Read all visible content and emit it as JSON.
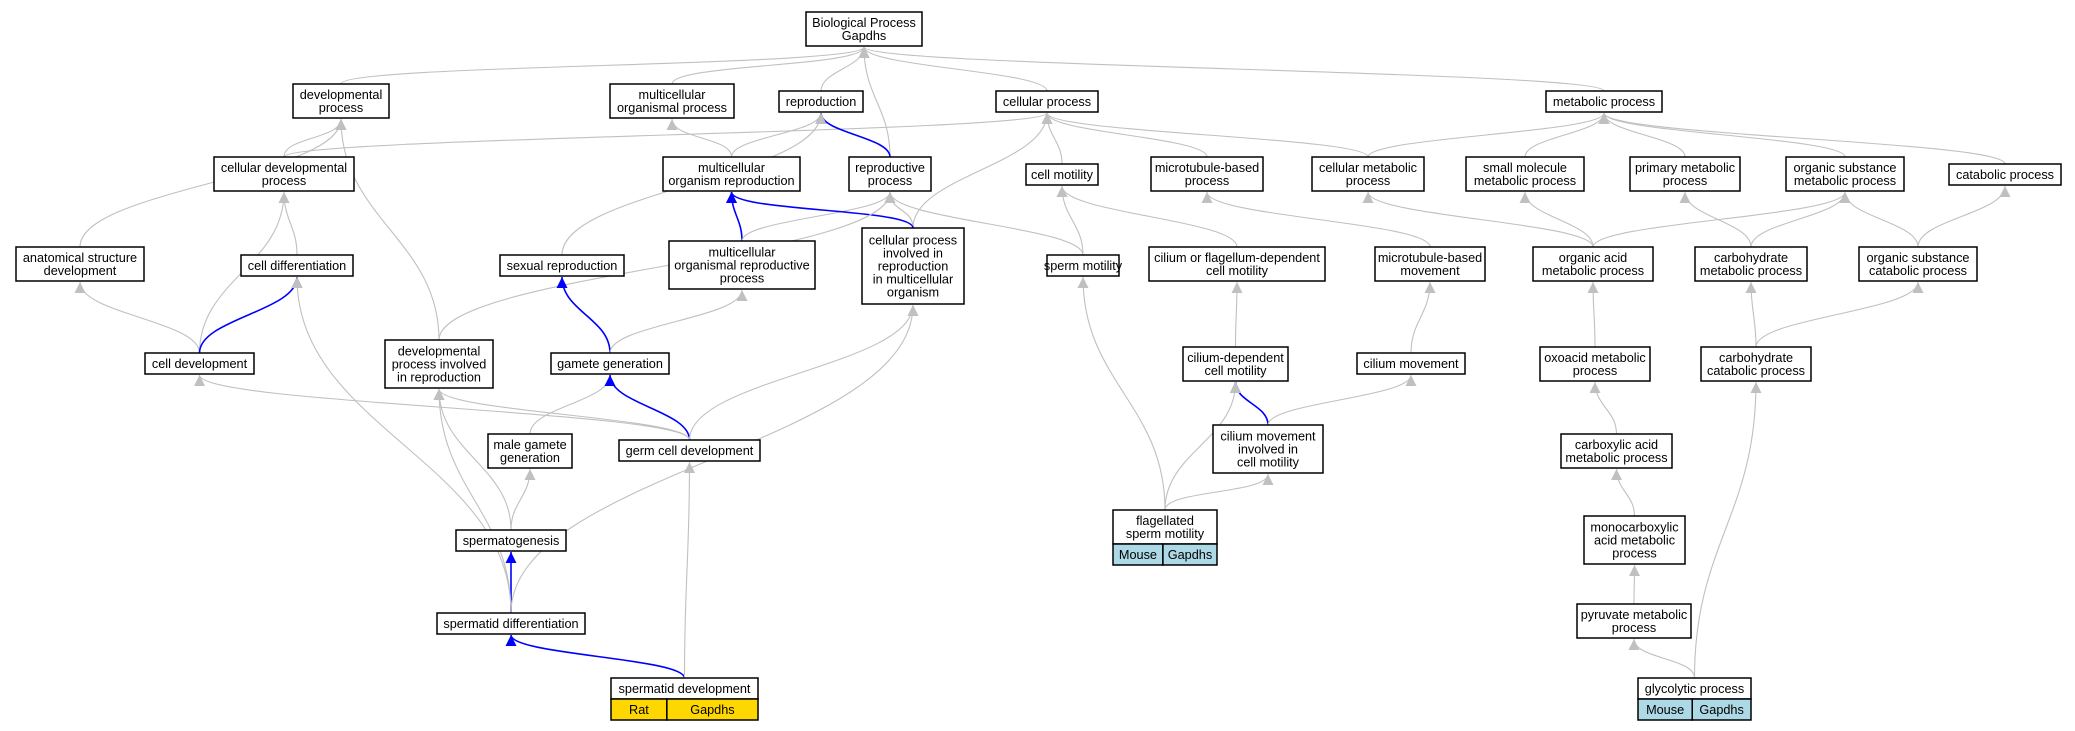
{
  "colors": {
    "edge_default": "#c0c0c0",
    "edge_highlight": "#0000ff",
    "rat_tag": "#ffd700",
    "mouse_tag": "#add8e6",
    "gene_tag": "#add8e6",
    "rat_gene_tag": "#ffd700"
  },
  "nodes": [
    {
      "id": "bp",
      "lines": [
        "Biological Process",
        "Gapdhs"
      ]
    },
    {
      "id": "devproc",
      "lines": [
        "developmental",
        "process"
      ]
    },
    {
      "id": "multorg",
      "lines": [
        "multicellular",
        "organismal process"
      ]
    },
    {
      "id": "repro",
      "lines": [
        "reproduction"
      ]
    },
    {
      "id": "cellproc",
      "lines": [
        "cellular process"
      ]
    },
    {
      "id": "metab",
      "lines": [
        "metabolic process"
      ]
    },
    {
      "id": "celldevproc",
      "lines": [
        "cellular developmental",
        "process"
      ]
    },
    {
      "id": "multorgrepro",
      "lines": [
        "multicellular",
        "organism reproduction"
      ]
    },
    {
      "id": "reproproc",
      "lines": [
        "reproductive",
        "process"
      ]
    },
    {
      "id": "cellmot",
      "lines": [
        "cell motility"
      ]
    },
    {
      "id": "mtbased",
      "lines": [
        "microtubule-based",
        "process"
      ]
    },
    {
      "id": "cellmetab",
      "lines": [
        "cellular metabolic",
        "process"
      ]
    },
    {
      "id": "smallmol",
      "lines": [
        "small molecule",
        "metabolic process"
      ]
    },
    {
      "id": "primmetab",
      "lines": [
        "primary metabolic",
        "process"
      ]
    },
    {
      "id": "orgsub",
      "lines": [
        "organic substance",
        "metabolic process"
      ]
    },
    {
      "id": "catab",
      "lines": [
        "catabolic process"
      ]
    },
    {
      "id": "anat",
      "lines": [
        "anatomical structure",
        "development"
      ]
    },
    {
      "id": "celldiff",
      "lines": [
        "cell differentiation"
      ]
    },
    {
      "id": "sexrepro",
      "lines": [
        "sexual reproduction"
      ]
    },
    {
      "id": "multorgreproproc",
      "lines": [
        "multicellular",
        "organismal reproductive",
        "process"
      ]
    },
    {
      "id": "cellprocrepro",
      "lines": [
        "cellular process",
        "involved in",
        "reproduction",
        "in multicellular",
        "organism"
      ]
    },
    {
      "id": "spermmot",
      "lines": [
        "sperm motility"
      ]
    },
    {
      "id": "ciliumflag",
      "lines": [
        "cilium or flagellum-dependent",
        "cell motility"
      ]
    },
    {
      "id": "mtmove",
      "lines": [
        "microtubule-based",
        "movement"
      ]
    },
    {
      "id": "orgacid",
      "lines": [
        "organic acid",
        "metabolic process"
      ]
    },
    {
      "id": "carbmetab",
      "lines": [
        "carbohydrate",
        "metabolic process"
      ]
    },
    {
      "id": "orgsubcat",
      "lines": [
        "organic substance",
        "catabolic process"
      ]
    },
    {
      "id": "celldev",
      "lines": [
        "cell development"
      ]
    },
    {
      "id": "devprocrepro",
      "lines": [
        "developmental",
        "process involved",
        "in reproduction"
      ]
    },
    {
      "id": "gametegen",
      "lines": [
        "gamete generation"
      ]
    },
    {
      "id": "ciliumdep",
      "lines": [
        "cilium-dependent",
        "cell motility"
      ]
    },
    {
      "id": "ciliummove",
      "lines": [
        "cilium movement"
      ]
    },
    {
      "id": "oxoacid",
      "lines": [
        "oxoacid metabolic",
        "process"
      ]
    },
    {
      "id": "carbcat",
      "lines": [
        "carbohydrate",
        "catabolic process"
      ]
    },
    {
      "id": "malegamete",
      "lines": [
        "male gamete",
        "generation"
      ]
    },
    {
      "id": "germcell",
      "lines": [
        "germ cell development"
      ]
    },
    {
      "id": "ciliummoveinv",
      "lines": [
        "cilium movement",
        "involved in",
        "cell motility"
      ]
    },
    {
      "id": "carboxy",
      "lines": [
        "carboxylic acid",
        "metabolic process"
      ]
    },
    {
      "id": "flag",
      "lines": [
        "flagellated",
        "sperm motility"
      ],
      "tags": [
        "Mouse",
        "Gapdhs"
      ]
    },
    {
      "id": "monocarb",
      "lines": [
        "monocarboxylic",
        "acid metabolic",
        "process"
      ]
    },
    {
      "id": "spermato",
      "lines": [
        "spermatogenesis"
      ]
    },
    {
      "id": "pyruvate",
      "lines": [
        "pyruvate metabolic",
        "process"
      ]
    },
    {
      "id": "spermdiff",
      "lines": [
        "spermatid differentiation"
      ]
    },
    {
      "id": "glyco",
      "lines": [
        "glycolytic process"
      ],
      "tags": [
        "Mouse",
        "Gapdhs"
      ]
    },
    {
      "id": "spermdev",
      "lines": [
        "spermatid development"
      ],
      "tags": [
        "Rat",
        "Gapdhs"
      ]
    }
  ]
}
